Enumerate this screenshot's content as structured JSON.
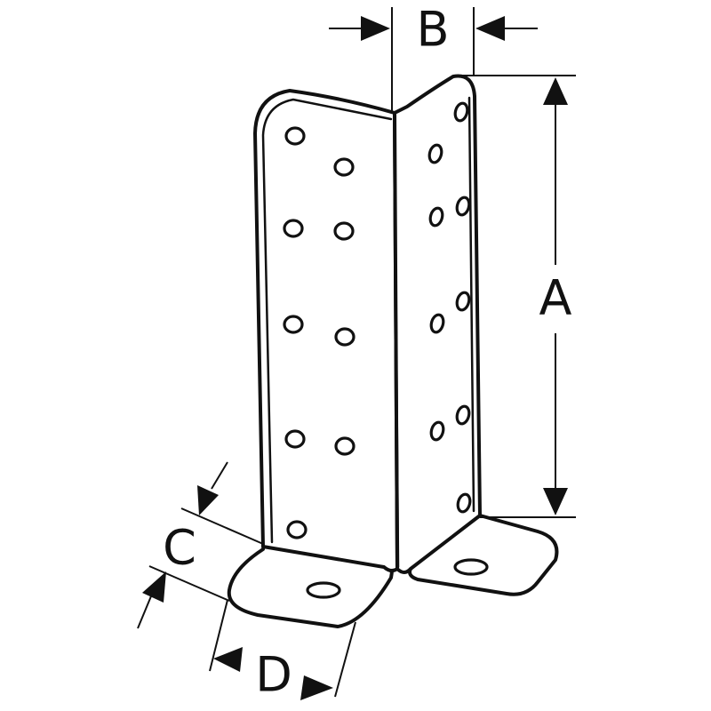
{
  "colors": {
    "line": "#111111",
    "background": "#ffffff"
  },
  "dimensions": {
    "a": "A",
    "b": "B",
    "c": "C",
    "d": "D"
  }
}
